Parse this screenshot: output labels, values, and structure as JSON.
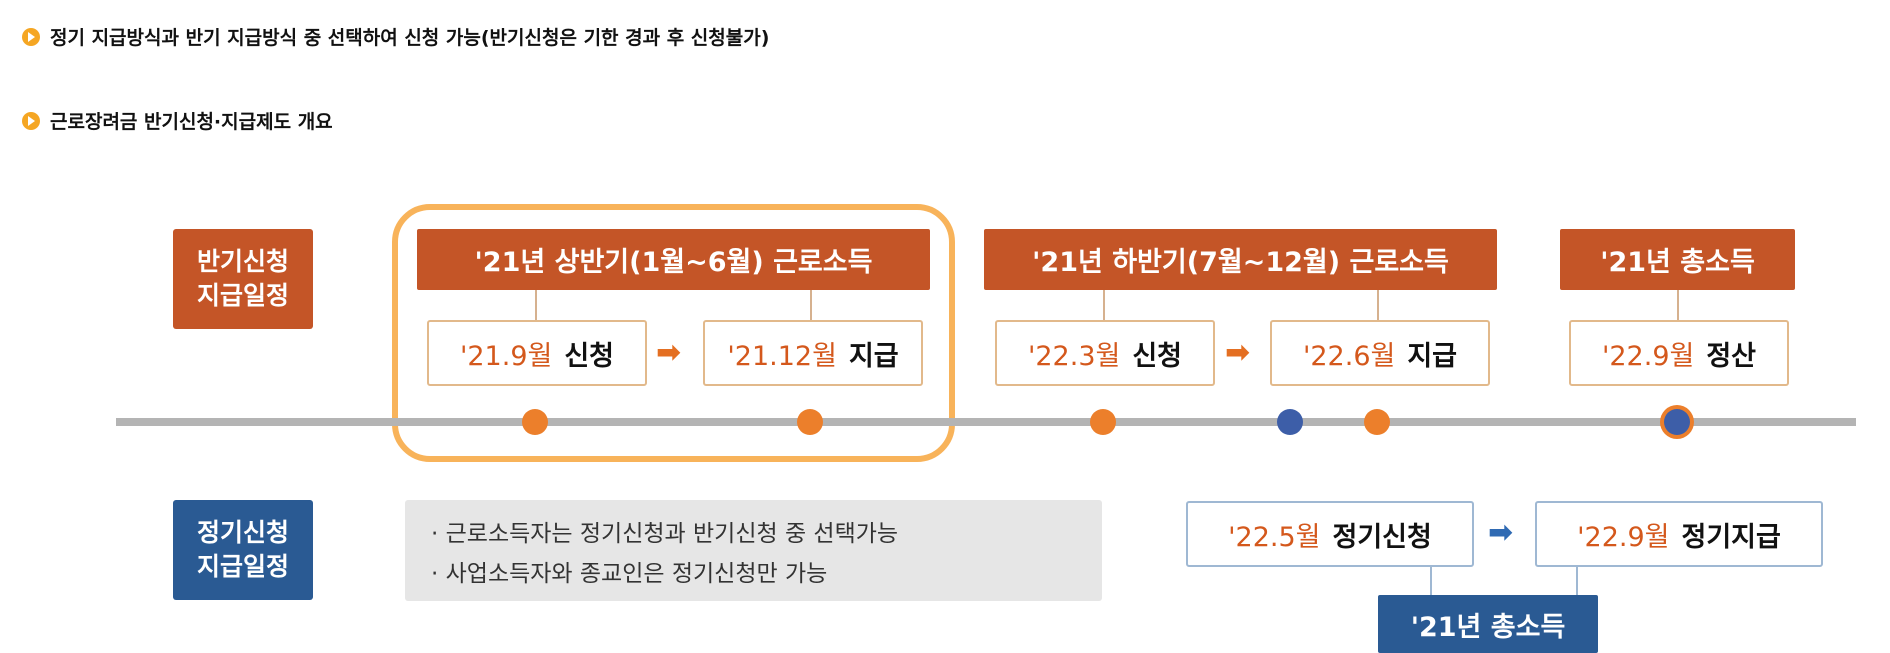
{
  "bullets": [
    "정기 지급방식과 반기 지급방식 중 선택하여 신청 가능(반기신청은 기한 경과 후 신청불가)",
    "근로장려금 반기신청·지급제도 개요"
  ],
  "half_year": {
    "label_line1": "반기신청",
    "label_line2": "지급일정",
    "periods": [
      {
        "title": "'21년 상반기(1월~6월) 근로소득",
        "steps": [
          {
            "date": "'21.9월",
            "action": "신청"
          },
          {
            "date": "'21.12월",
            "action": "지급"
          }
        ]
      },
      {
        "title": "'21년 하반기(7월~12월) 근로소득",
        "steps": [
          {
            "date": "'22.3월",
            "action": "신청"
          },
          {
            "date": "'22.6월",
            "action": "지급"
          }
        ]
      },
      {
        "title": "'21년 총소득",
        "steps": [
          {
            "date": "'22.9월",
            "action": "정산"
          }
        ]
      }
    ],
    "arrow": "➡"
  },
  "regular": {
    "label_line1": "정기신청",
    "label_line2": "지급일정",
    "notes": [
      "· 근로소득자는 정기신청과 반기신청 중 선택가능",
      "· 사업소득자와 종교인은 정기신청만 가능"
    ],
    "steps": [
      {
        "date": "'22.5월",
        "action": "정기신청"
      },
      {
        "date": "'22.9월",
        "action": "정기지급"
      }
    ],
    "footer_title": "'21년 총소득",
    "arrow": "➡"
  },
  "colors": {
    "orange": "#c45527",
    "blue": "#2a5a93",
    "dot_orange": "#ec7f2b",
    "dot_blue": "#3d5ea8",
    "highlight": "#f8b35a",
    "timeline": "#b4b4b4"
  }
}
